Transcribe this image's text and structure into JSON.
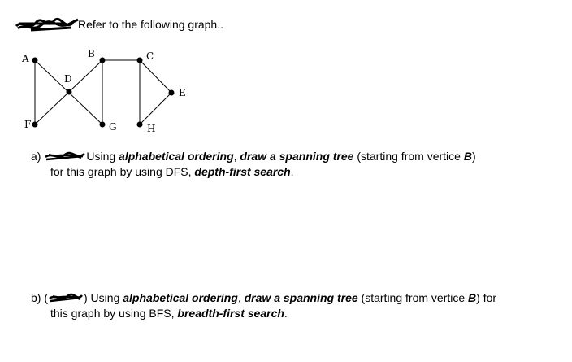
{
  "intro": {
    "text": "Refer to the following graph.."
  },
  "graph": {
    "vertices": [
      "A",
      "B",
      "C",
      "D",
      "E",
      "F",
      "G",
      "H"
    ]
  },
  "question_a": {
    "label": "a)",
    "t1": "Using ",
    "t2": "alphabetical ordering",
    "t3": ", ",
    "t4": "draw a spanning tree",
    "t5": " (starting from vertice ",
    "t6": "B",
    "t7": ")",
    "t8": "for this graph by using DFS, ",
    "t9": "depth-first search",
    "t10": "."
  },
  "question_b": {
    "label": "b) (",
    "t0": ")",
    "t1": " Using ",
    "t2": "alphabetical ordering",
    "t3": ", ",
    "t4": "draw a spanning tree",
    "t5": " (starting from vertice ",
    "t6": "B",
    "t7": ") for",
    "t8": "this graph by using BFS, ",
    "t9": "breadth-first search",
    "t10": "."
  }
}
